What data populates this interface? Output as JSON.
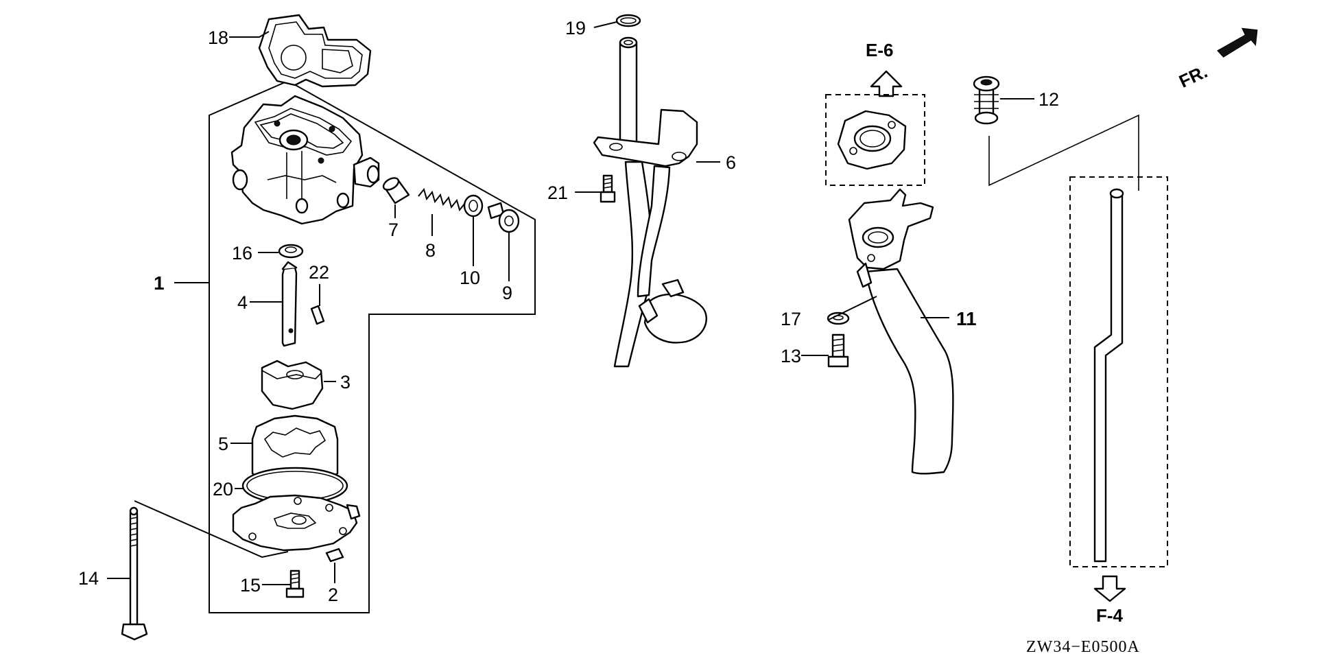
{
  "diagram": {
    "callouts": [
      {
        "id": "1",
        "text": "1"
      },
      {
        "id": "2",
        "text": "2"
      },
      {
        "id": "3",
        "text": "3"
      },
      {
        "id": "4",
        "text": "4"
      },
      {
        "id": "5",
        "text": "5"
      },
      {
        "id": "6",
        "text": "6"
      },
      {
        "id": "7",
        "text": "7"
      },
      {
        "id": "8",
        "text": "8"
      },
      {
        "id": "9",
        "text": "9"
      },
      {
        "id": "10",
        "text": "10"
      },
      {
        "id": "11",
        "text": "11"
      },
      {
        "id": "12",
        "text": "12"
      },
      {
        "id": "13",
        "text": "13"
      },
      {
        "id": "14",
        "text": "14"
      },
      {
        "id": "15",
        "text": "15"
      },
      {
        "id": "16",
        "text": "16"
      },
      {
        "id": "17",
        "text": "17"
      },
      {
        "id": "18",
        "text": "18"
      },
      {
        "id": "19",
        "text": "19"
      },
      {
        "id": "20",
        "text": "20"
      },
      {
        "id": "21",
        "text": "21"
      },
      {
        "id": "22",
        "text": "22"
      }
    ],
    "refs": {
      "e6": "E-6",
      "f4": "F-4",
      "front": "FR."
    },
    "drawing_code": "ZW34−E0500A"
  }
}
